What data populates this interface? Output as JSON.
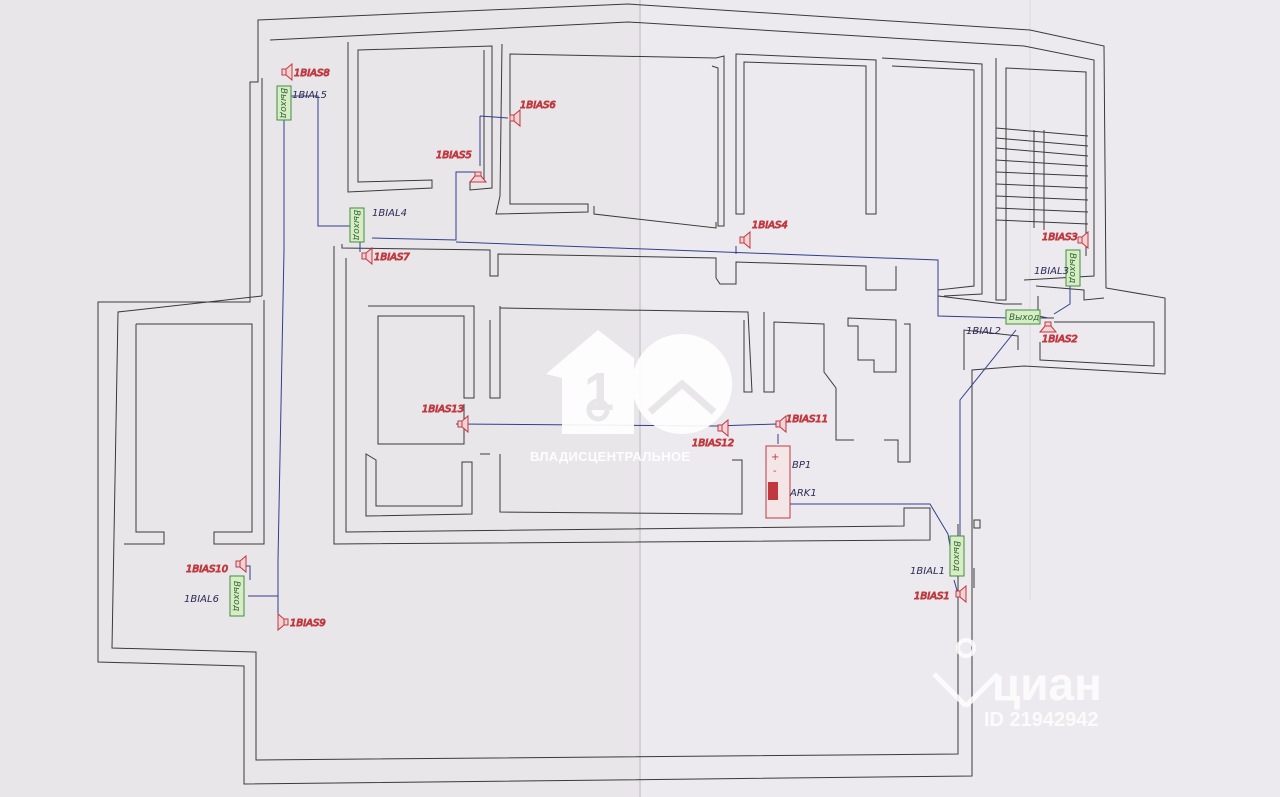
{
  "colors": {
    "paper_left": "#e9e6ea",
    "paper_right": "#eceaee",
    "wall": "#3a3a3a",
    "wire": "#2f3f8f",
    "siren": "#c0393f",
    "exit_fill": "#d8ecc8",
    "exit_stroke": "#3f8f3f"
  },
  "devices": {
    "sirens": [
      {
        "id": "1BIAS8"
      },
      {
        "id": "1BIAS6"
      },
      {
        "id": "1BIAS5"
      },
      {
        "id": "1BIAS7"
      },
      {
        "id": "1BIAS4"
      },
      {
        "id": "1BIAS3"
      },
      {
        "id": "1BIAS2"
      },
      {
        "id": "1BIAS13"
      },
      {
        "id": "1BIAS11"
      },
      {
        "id": "1BIAS12"
      },
      {
        "id": "1BIAS10"
      },
      {
        "id": "1BIAS9"
      },
      {
        "id": "1BIAS1"
      }
    ],
    "exits": [
      {
        "id": "1BIAL5",
        "text": "Выход"
      },
      {
        "id": "1BIAL4",
        "text": "Выход"
      },
      {
        "id": "1BIAL3",
        "text": "Выход"
      },
      {
        "id": "1BIAL2",
        "text": "Выход"
      },
      {
        "id": "1BIAL1",
        "text": "Выход"
      },
      {
        "id": "1BIAL6",
        "text": "Выход"
      }
    ],
    "power_unit": {
      "id": "BP1",
      "plus": "+",
      "minus": "-"
    },
    "battery": {
      "id": "ARK1"
    }
  },
  "watermarks": {
    "agency": "ВЛАДИСЦЕНТРАЛЬНОЕ",
    "portal": "циан",
    "listing_id": "ID 21942942"
  }
}
